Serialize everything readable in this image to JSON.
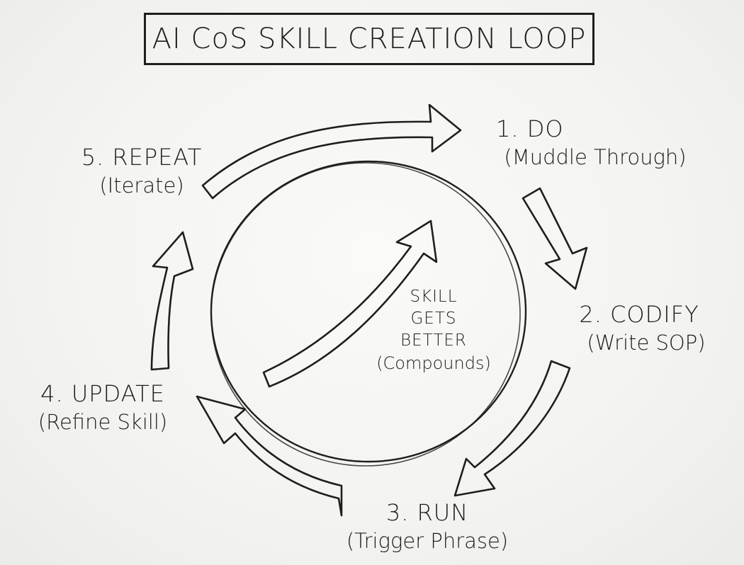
{
  "title": "AI CoS SKILL CREATION LOOP",
  "steps": [
    {
      "label": "1. DO",
      "sub": "(Muddle Through)"
    },
    {
      "label": "2. CODIFY",
      "sub": "(Write SOP)"
    },
    {
      "label": "3. RUN",
      "sub": "(Trigger Phrase)"
    },
    {
      "label": "4. UPDATE",
      "sub": "(Refine Skill)"
    },
    {
      "label": "5. REPEAT",
      "sub": "(Iterate)"
    }
  ],
  "center": {
    "lines": [
      "SKILL",
      "GETS",
      "BETTER"
    ],
    "sub": "(Compounds)"
  },
  "colors": {
    "ink": "#1e1e1e",
    "paper": "#f4f4f2"
  }
}
